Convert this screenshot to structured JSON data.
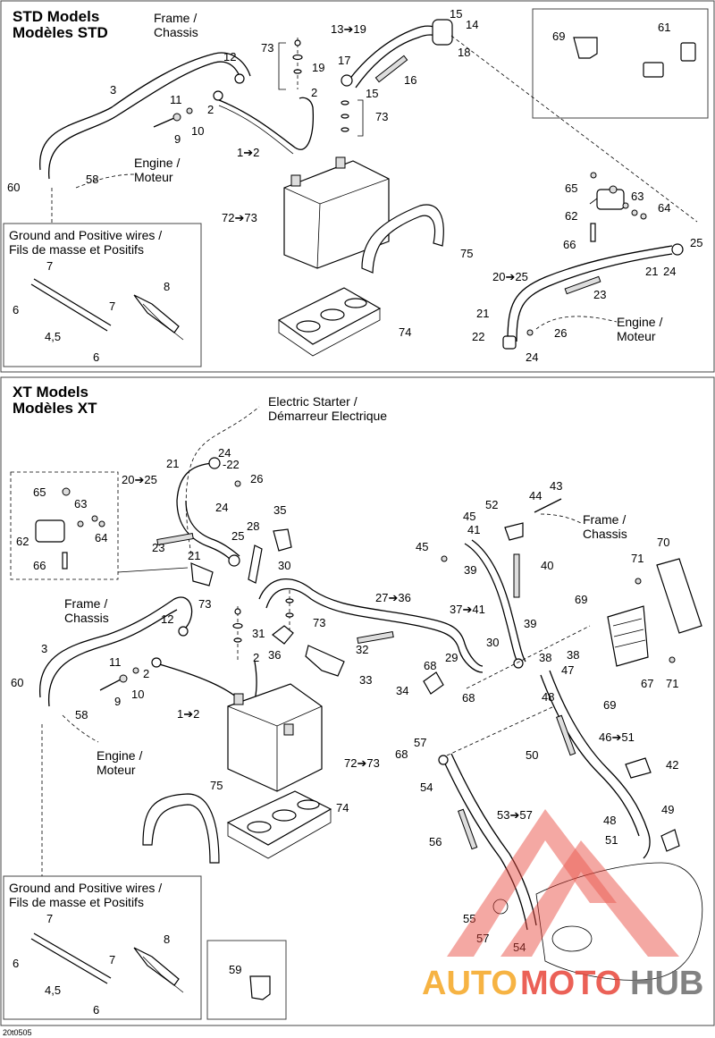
{
  "std": {
    "title_en": "STD Models",
    "title_fr": "Modèles STD",
    "frame_en": "Frame /",
    "frame_fr": "Chassis",
    "engine_en": "Engine /",
    "engine_fr": "Moteur",
    "engine2_en": "Engine /",
    "engine2_fr": "Moteur",
    "ground_en": "Ground and Positive wires /",
    "ground_fr": "Fils de masse et Positifs",
    "callouts": {
      "n1": "1➔2",
      "n2a": "2",
      "n2b": "2",
      "n3": "3",
      "n9": "9",
      "n10": "10",
      "n11": "11",
      "n12": "12",
      "n13": "13➔19",
      "n14": "14",
      "n15a": "15",
      "n15b": "15",
      "n16": "16",
      "n17": "17",
      "n18": "18",
      "n19": "19",
      "n20": "20➔25",
      "n21a": "21",
      "n21b": "21",
      "n22": "22",
      "n23": "23",
      "n24a": "24",
      "n24b": "24",
      "n25": "25",
      "n26": "26",
      "n58": "58",
      "n60": "60",
      "n61": "61",
      "n62": "62",
      "n63": "63",
      "n64": "64",
      "n65": "65",
      "n66": "66",
      "n69": "69",
      "n72": "72➔73",
      "n73a": "73",
      "n73b": "73",
      "n74": "74",
      "n75": "75",
      "g6a": "6",
      "g6b": "6",
      "g7a": "7",
      "g7b": "7",
      "g8": "8",
      "g45": "4,5"
    }
  },
  "xt": {
    "title_en": "XT Models",
    "title_fr": "Modèles XT",
    "starter_en": "Electric Starter /",
    "starter_fr": "Démarreur Electrique",
    "frame_en": "Frame /",
    "frame_fr": "Chassis",
    "frame2_en": "Frame /",
    "frame2_fr": "Chassis",
    "engine_en": "Engine /",
    "engine_fr": "Moteur",
    "ground_en": "Ground and Positive wires /",
    "ground_fr": "Fils de masse et Positifs",
    "callouts": {
      "n1": "1➔2",
      "n2a": "2",
      "n2b": "2",
      "n3": "3",
      "n9": "9",
      "n10": "10",
      "n11": "11",
      "n12": "12",
      "n20": "20➔25",
      "n21a": "21",
      "n21b": "21",
      "n22": "-22",
      "n23": "23",
      "n24a": "24",
      "n24b": "24",
      "n25": "25",
      "n26": "26",
      "n27": "27➔36",
      "n28": "28",
      "n29": "29",
      "n30a": "30",
      "n30b": "30",
      "n31": "31",
      "n32": "32",
      "n33": "33",
      "n34": "34",
      "n35": "35",
      "n36": "36",
      "n37": "37➔41",
      "n38a": "38",
      "n38b": "38",
      "n39a": "39",
      "n39b": "39",
      "n40": "40",
      "n41": "41",
      "n42": "42",
      "n43": "43",
      "n44": "44",
      "n45a": "45",
      "n45b": "45",
      "n46": "46➔51",
      "n47": "47",
      "n48a": "48",
      "n48b": "48",
      "n49": "49",
      "n50": "50",
      "n51": "51",
      "n52": "52",
      "n53": "53➔57",
      "n54a": "54",
      "n54b": "54",
      "n55": "55",
      "n56": "56",
      "n57a": "57",
      "n57b": "57",
      "n58": "58",
      "n59": "59",
      "n60": "60",
      "n62": "62",
      "n63": "63",
      "n64": "64",
      "n65": "65",
      "n66": "66",
      "n67": "67",
      "n68a": "68",
      "n68b": "68",
      "n68c": "68",
      "n69a": "69",
      "n69b": "69",
      "n70": "70",
      "n71a": "71",
      "n71b": "71",
      "n72": "72➔73",
      "n73a": "73",
      "n73b": "73",
      "n74": "74",
      "n75": "75",
      "g6a": "6",
      "g6b": "6",
      "g7a": "7",
      "g7b": "7",
      "g8": "8",
      "g45": "4,5"
    }
  },
  "footer_code": "20t0505",
  "watermark": {
    "auto": "AUTO",
    "moto": "MOTO",
    "hub": "HUB",
    "orange": "#f5a623",
    "red": "#e8463a",
    "gray": "#6d6d6d"
  }
}
